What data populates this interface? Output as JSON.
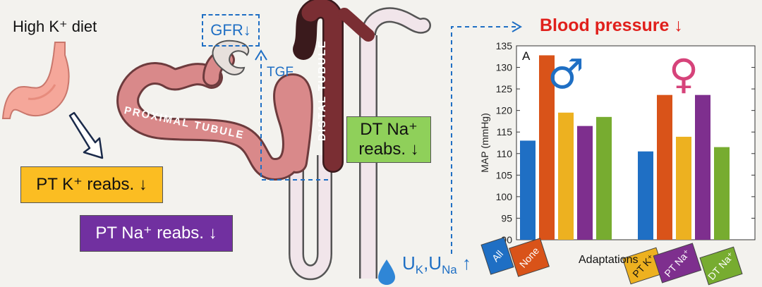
{
  "diet_label": "High K⁺ diet",
  "gfr_label": "GFR↓",
  "tgf_label": "TGF",
  "pt_k_box": "PT K⁺ reabs. ↓",
  "pt_na_box": "PT Na⁺ reabs. ↓",
  "dt_na_box_line1": "DT Na⁺",
  "dt_na_box_line2": "reabs. ↓",
  "proximal_label": "PROXIMAL TUBULE",
  "distal_label": "DISTAL TUBULE",
  "blood_pressure_label": "Blood pressure ↓",
  "urine_u1": "U",
  "urine_k": "K",
  "urine_comma": ",U",
  "urine_na": "Na",
  "urine_arrow": "↑",
  "colors": {
    "blue": "#1f6fc4",
    "orange": "#d95319",
    "yellow": "#edb120",
    "purple": "#7e2f8e",
    "green": "#77ac30",
    "red": "#e0201c",
    "tubule_pink": "#d9898a",
    "tubule_dark": "#7a2e33",
    "box_yellow": "#fbbd22",
    "box_purple": "#7130a0",
    "box_green": "#8fd05a"
  },
  "chart_data": {
    "type": "bar",
    "panel_label": "A",
    "ylabel": "MAP (mmHg)",
    "xlabel": "Adaptations",
    "ylim": [
      90,
      135
    ],
    "yticks": [
      90,
      95,
      100,
      105,
      110,
      115,
      120,
      125,
      130,
      135
    ],
    "groups": [
      {
        "symbol": "♂",
        "values": [
          113,
          132.8,
          119.5,
          116.4,
          118.5
        ]
      },
      {
        "symbol": "♀",
        "values": [
          110.5,
          123.6,
          113.9,
          123.6,
          111.5
        ]
      }
    ],
    "legend_tags": [
      {
        "text": "All",
        "color": "#1f6fc4"
      },
      {
        "text": "None",
        "color": "#d95319"
      },
      {
        "text": "PT K⁺",
        "color": "#edb120"
      },
      {
        "text": "PT Na⁺",
        "color": "#7e2f8e"
      },
      {
        "text": "DT Na⁺",
        "color": "#77ac30"
      }
    ]
  }
}
